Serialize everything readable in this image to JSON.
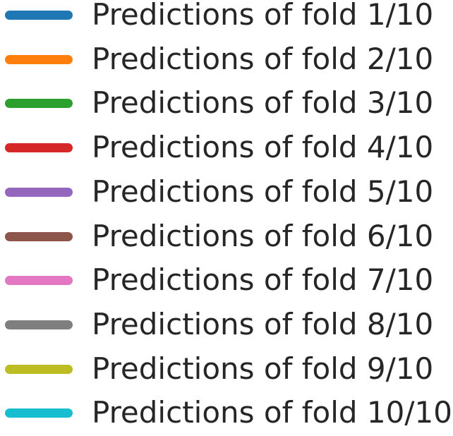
{
  "chart_data": {
    "type": "line",
    "legend_placement": "full-figure",
    "series": [
      {
        "name": "Predictions of fold 1/10",
        "color": "#1f77b4"
      },
      {
        "name": "Predictions of fold 2/10",
        "color": "#ff7f0e"
      },
      {
        "name": "Predictions of fold 3/10",
        "color": "#2ca02c"
      },
      {
        "name": "Predictions of fold 4/10",
        "color": "#d62728"
      },
      {
        "name": "Predictions of fold 5/10",
        "color": "#9467bd"
      },
      {
        "name": "Predictions of fold 6/10",
        "color": "#8c564b"
      },
      {
        "name": "Predictions of fold 7/10",
        "color": "#e377c2"
      },
      {
        "name": "Predictions of fold 8/10",
        "color": "#7f7f7f"
      },
      {
        "name": "Predictions of fold 9/10",
        "color": "#bcbd22"
      },
      {
        "name": "Predictions of fold 10/10",
        "color": "#17becf"
      }
    ]
  }
}
